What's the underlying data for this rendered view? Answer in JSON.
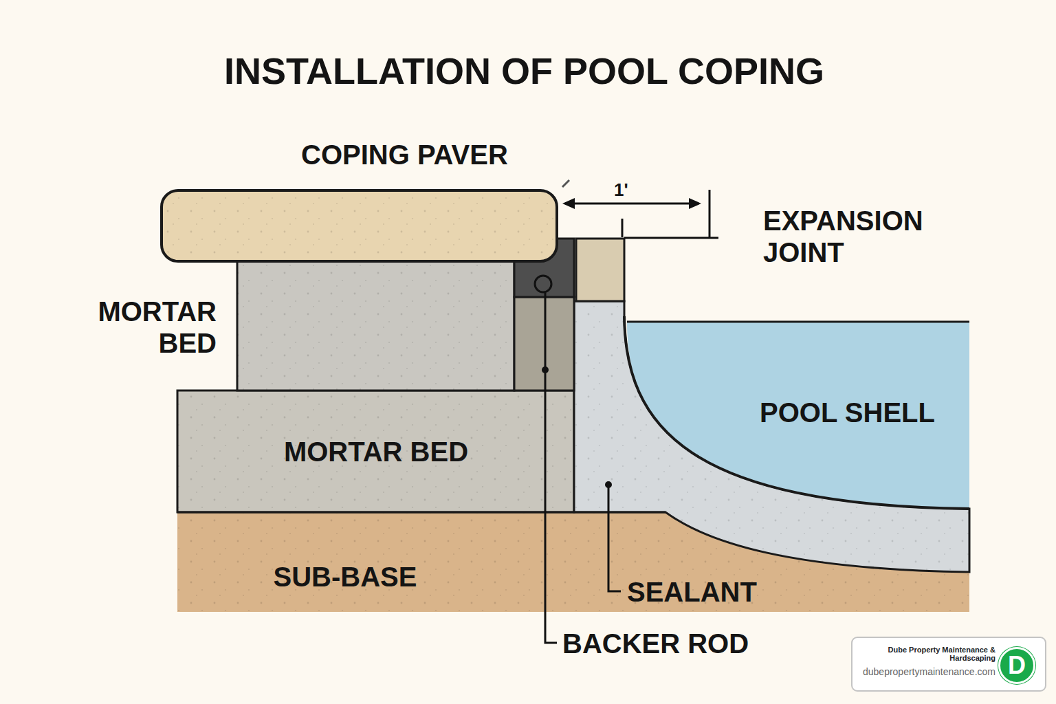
{
  "diagram": {
    "title": "INSTALLATION OF POOL COPING",
    "nodes": [
      {
        "text": [
          "MORTAR BED"
        ]
      },
      {
        "text": [
          "POOL SHELL"
        ]
      },
      {
        "text": [
          "SUB-BASE"
        ]
      },
      {
        "text": [
          "Dube Property Maintenance & Hardscaping",
          "dubepropertymaintenance.com"
        ]
      },
      {
        "text": [
          "D"
        ],
        "in": 3
      }
    ],
    "labels": [
      "COPING PAVER",
      "1'",
      "EXPANSION JOINT",
      "MORTAR BED",
      "SEALANT",
      "BACKER ROD"
    ]
  }
}
